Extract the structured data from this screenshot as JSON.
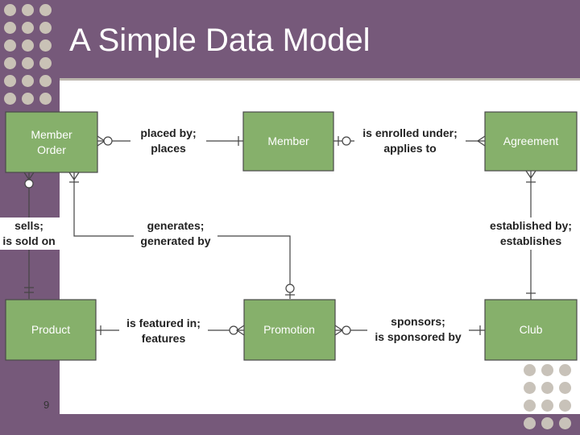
{
  "slide": {
    "title": "A Simple Data Model",
    "number": "9"
  },
  "colors": {
    "band": "#76597a",
    "entity_fill": "#86b06b",
    "dots_top": "#c9c2b6",
    "dots_bottom": "#c8c2b9"
  },
  "entities": {
    "member_order": [
      "Member",
      "Order"
    ],
    "member": [
      "Member"
    ],
    "agreement": [
      "Agreement"
    ],
    "product": [
      "Product"
    ],
    "promotion": [
      "Promotion"
    ],
    "club": [
      "Club"
    ]
  },
  "relationships": {
    "placed_by": [
      "placed by;",
      "places"
    ],
    "enrolled": [
      "is enrolled under;",
      "applies to"
    ],
    "sells": [
      "sells;",
      "is sold on"
    ],
    "generates": [
      "generates;",
      "generated by"
    ],
    "established": [
      "established by;",
      "establishes"
    ],
    "featured": [
      "is featured in;",
      "features"
    ],
    "sponsors": [
      "sponsors;",
      "is sponsored by"
    ]
  }
}
